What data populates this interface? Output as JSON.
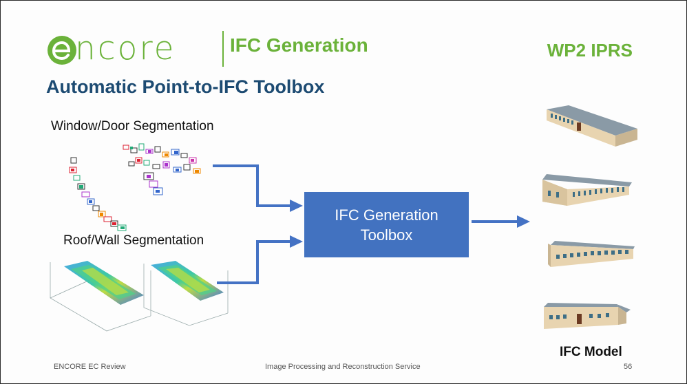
{
  "header": {
    "logo_text": "ncore",
    "section_title": "IFC Generation",
    "work_package": "WP2 IPRS"
  },
  "main_title": "Automatic Point-to-IFC Toolbox",
  "inputs": {
    "window_door_label": "Window/Door Segmentation",
    "roof_wall_label": "Roof/Wall Segmentation"
  },
  "process": {
    "line1": "IFC Generation",
    "line2": "Toolbox"
  },
  "output": {
    "label": "IFC Model"
  },
  "footer": {
    "left": "ENCORE EC Review",
    "center": "Image Processing and Reconstruction Service",
    "page": "56"
  },
  "colors": {
    "brand_green": "#6bb23a",
    "title_navy": "#1d4b72",
    "box_blue": "#4272c0"
  }
}
